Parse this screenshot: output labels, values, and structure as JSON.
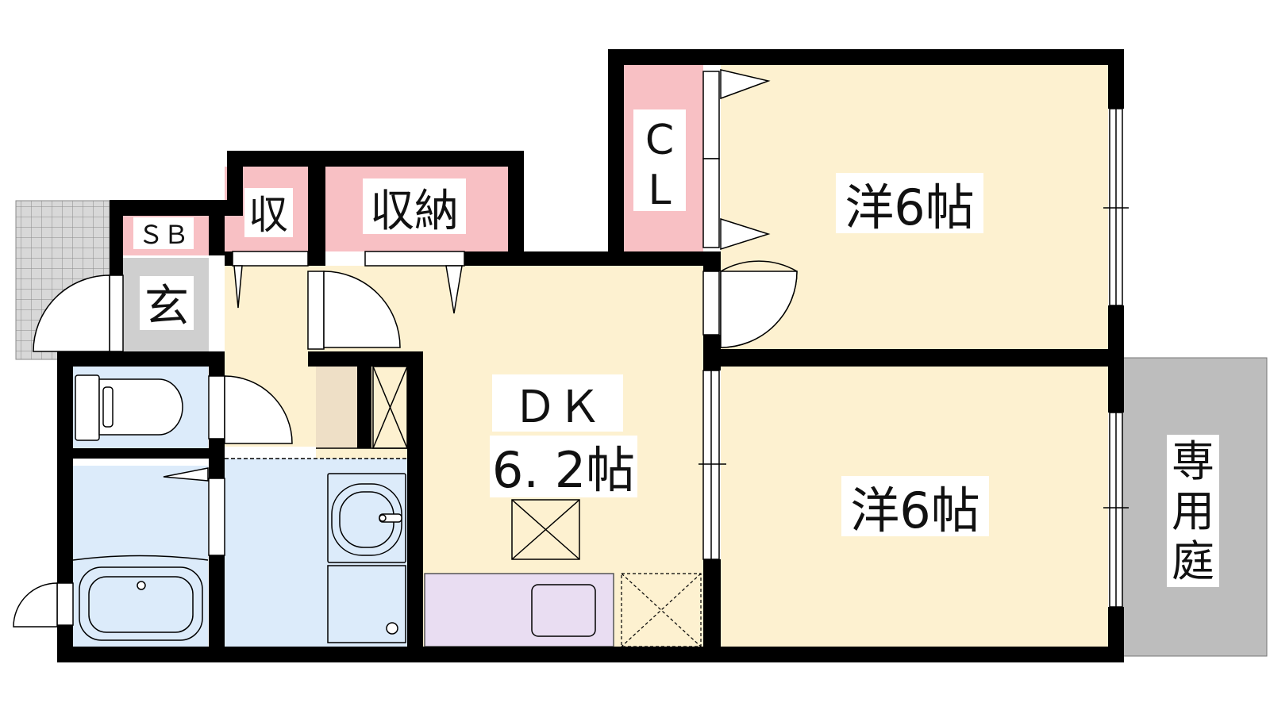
{
  "rooms": {
    "western_room_1": "洋6帖",
    "western_room_2": "洋6帖",
    "dk_name": "ＤＫ",
    "dk_size": "6. 2帖",
    "closet": [
      "C",
      "L"
    ],
    "storage_large": "収納",
    "storage_small": "収",
    "shoe_box": "ＳＢ",
    "entrance": "玄",
    "private_garden": [
      "専",
      "用",
      "庭"
    ]
  },
  "colors": {
    "western_room": "#FDF1D0",
    "storage": "#F8C0C4",
    "wet_area": "#DCEBFA",
    "kitchen": "#E9DDF2",
    "entrance": "#CFCFCF",
    "garden": "#BDBDBD",
    "tile": "#D8D8D8",
    "wall": "#000000",
    "fridge": "#EEDFC6"
  }
}
